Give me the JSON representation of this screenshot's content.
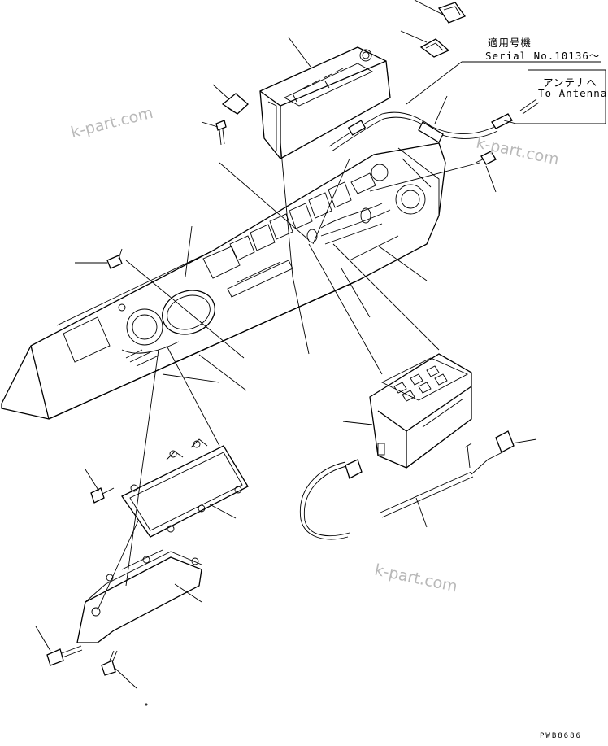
{
  "serial_note": {
    "applicable_jp": "適用号機",
    "serial_en": "Serial No.10136～"
  },
  "antenna_note": {
    "label_jp": "アンテナへ",
    "label_en": "To Antenna"
  },
  "watermarks": [
    "k-part.com",
    "k-part.com",
    "k-part.com"
  ],
  "drawing_code": "PWB8686"
}
